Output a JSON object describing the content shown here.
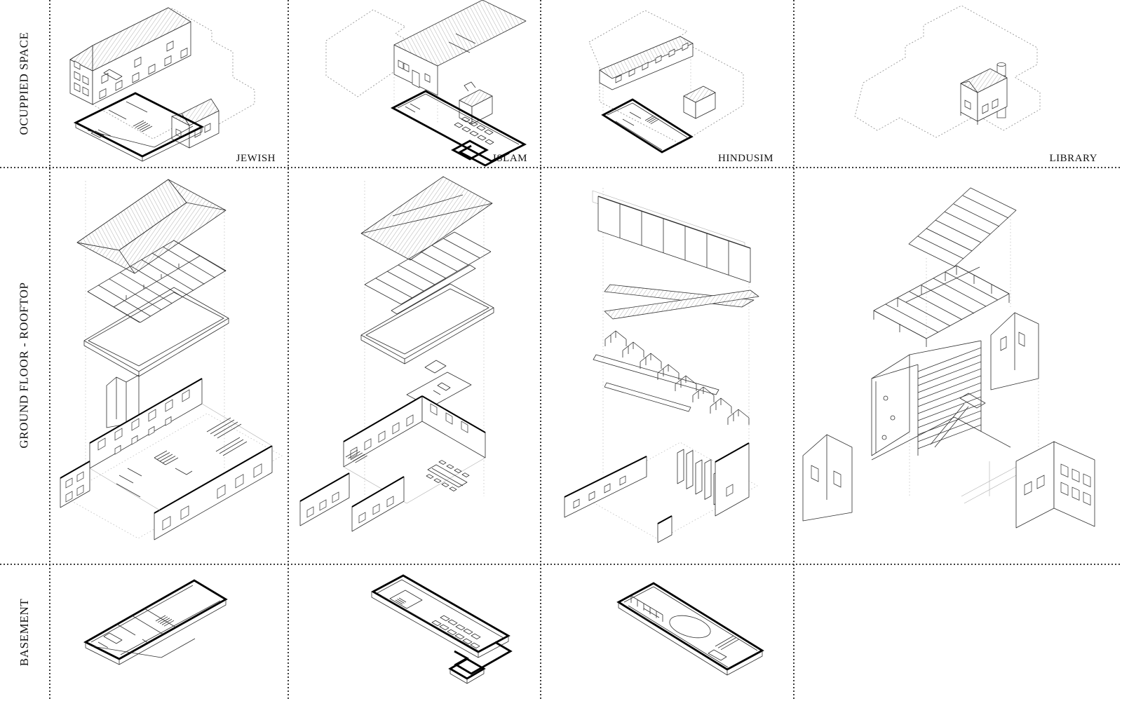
{
  "sheet": {
    "title_hidden": "",
    "rows": [
      {
        "id": "occupied-space",
        "label": "OCUPPIED SPACE"
      },
      {
        "id": "ground-floor-rooftop",
        "label": "GROUND FLOOR - ROOFTOP"
      },
      {
        "id": "basement",
        "label": "BASEMENT"
      }
    ],
    "columns": [
      {
        "id": "jewish",
        "label": "JEWISH"
      },
      {
        "id": "islam",
        "label": "ISLAM"
      },
      {
        "id": "hindusim",
        "label": "HINDUSIM"
      },
      {
        "id": "library",
        "label": "LIBRARY"
      }
    ],
    "cells": [
      {
        "row": "occupied-space",
        "col": "jewish",
        "drawing": "jewish-occupied-axonometric"
      },
      {
        "row": "occupied-space",
        "col": "islam",
        "drawing": "islam-occupied-axonometric"
      },
      {
        "row": "occupied-space",
        "col": "hindusim",
        "drawing": "hindusim-occupied-axonometric"
      },
      {
        "row": "occupied-space",
        "col": "library",
        "drawing": "library-occupied-axonometric"
      },
      {
        "row": "ground-floor-rooftop",
        "col": "jewish",
        "drawing": "jewish-exploded-axonometric"
      },
      {
        "row": "ground-floor-rooftop",
        "col": "islam",
        "drawing": "islam-exploded-axonometric"
      },
      {
        "row": "ground-floor-rooftop",
        "col": "hindusim",
        "drawing": "hindusim-exploded-axonometric"
      },
      {
        "row": "ground-floor-rooftop",
        "col": "library",
        "drawing": "library-exploded-axonometric"
      },
      {
        "row": "basement",
        "col": "jewish",
        "drawing": "jewish-basement-plan"
      },
      {
        "row": "basement",
        "col": "islam",
        "drawing": "islam-basement-plan"
      },
      {
        "row": "basement",
        "col": "hindusim",
        "drawing": "hindusim-basement-plan"
      },
      {
        "row": "basement",
        "col": "library",
        "drawing": ""
      }
    ],
    "colors": {
      "background": "#ffffff",
      "line": "#2f2f2f",
      "bold": "#000000",
      "dashed": "#8a8a8a"
    }
  }
}
